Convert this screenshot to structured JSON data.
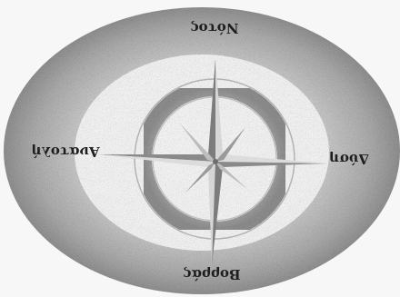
{
  "figure": {
    "style": "stippled grayscale compass rose, image rotated 180 degrees",
    "colors": {
      "background": "#f7f7f7",
      "outer_ellipse": "#9a9a9a",
      "inner_ring": "#8a8a8a",
      "star_light": "#d8d8d8",
      "star_dark": "#7c7c7c",
      "ink": "#1e1e1e"
    }
  },
  "compass": {
    "north_label": "Nότος",
    "south_label": "Βορράς",
    "west_label": "Ανατολή",
    "east_label": "Δύση"
  }
}
